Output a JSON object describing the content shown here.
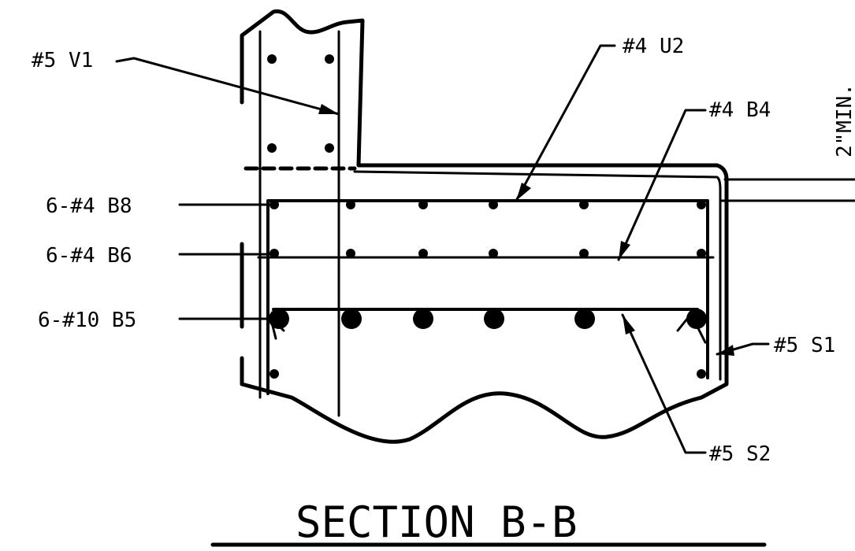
{
  "title": "SECTION B-B",
  "labels": {
    "v1": "#5 V1",
    "u2": "#4 U2",
    "b4": "#4 B4",
    "b8": "6-#4 B8",
    "b6": "6-#4 B6",
    "b5": "6-#10 B5",
    "s1": "#5 S1",
    "s2": "#5 S2",
    "min": "2\"MIN."
  },
  "colors": {
    "ink": "#000000",
    "paper": "#ffffff"
  }
}
